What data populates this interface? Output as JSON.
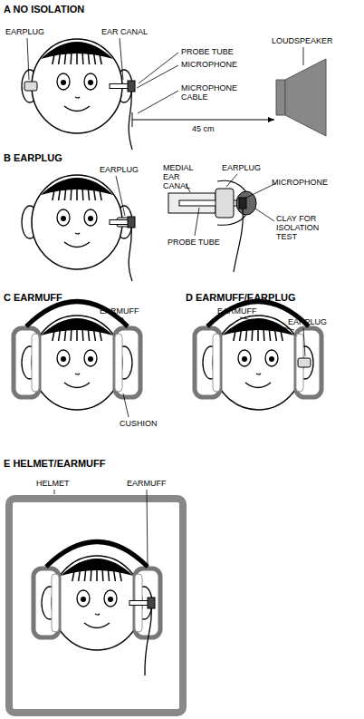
{
  "diagram": {
    "labels": [
      "A NO ISOLATION",
      "EARPLUG",
      "EAR CANAL",
      "PROBE TUBE",
      "MICROPHONE",
      "LOUDSPEAKER",
      "MICROPHONE CABLE",
      "45 cm",
      "B EARPLUG",
      "EARPLUG",
      "MEDIAL EAR CANAL",
      "EARPLUG",
      "MICROPHONE",
      "PROBE TUBE",
      "CLAY FOR ISOLATION TEST",
      "C EARMUFF",
      "EARMUFF",
      "CUSHION",
      "D EARMUFF/EARPLUG",
      "EARMUFF",
      "EARPLUG",
      "E HELMET/EARMUFF",
      "HELMET",
      "EARMUFF"
    ]
  }
}
